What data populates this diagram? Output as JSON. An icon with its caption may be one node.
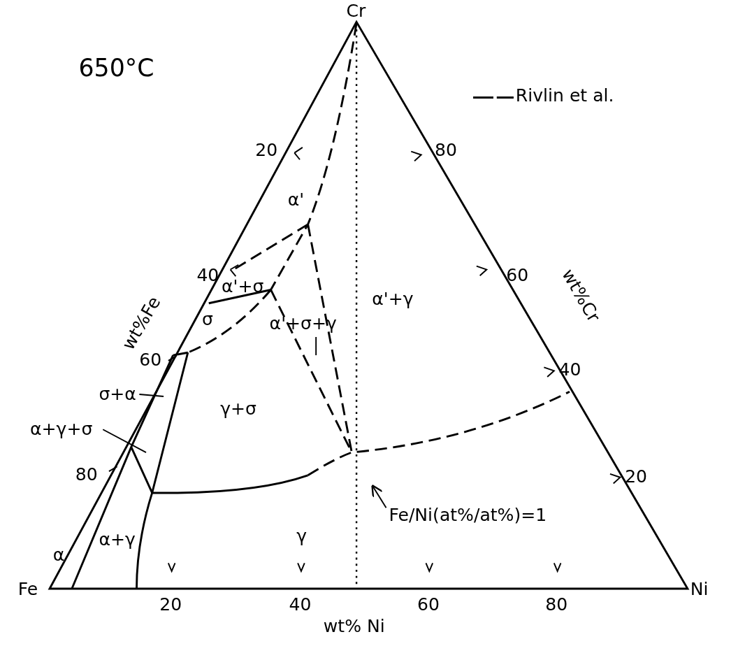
{
  "diagram": {
    "title": "650°C",
    "nodes": [
      {
        "text": [
          "σ+α"
        ]
      },
      {
        "text": [
          "α+γ+σ"
        ]
      },
      {
        "text": [
          "α'+σ+γ"
        ]
      },
      {
        "text": [
          "Fe/Ni(at%/at%)=1"
        ]
      }
    ],
    "edges": [
      {
        "from": 0,
        "to": null,
        "arrow": "none"
      },
      {
        "from": 1,
        "to": null,
        "arrow": "none"
      },
      {
        "from": 2,
        "to": null,
        "arrow": "none"
      },
      {
        "from": 3,
        "to": null,
        "arrow": "to"
      }
    ],
    "labels": [
      "Cr",
      "20",
      "80",
      "α'",
      "40",
      "α'+σ",
      "60",
      "σ",
      "α'+γ",
      "wt%Fe",
      "wt%Cr",
      "60",
      "40",
      "γ+σ",
      "80",
      "20",
      "α+γ",
      "γ",
      "α",
      "Fe",
      "20",
      "40",
      "60",
      "80",
      "Ni",
      "wt% Ni"
    ],
    "legend": [
      {
        "text": "Rivlin et al."
      }
    ]
  }
}
